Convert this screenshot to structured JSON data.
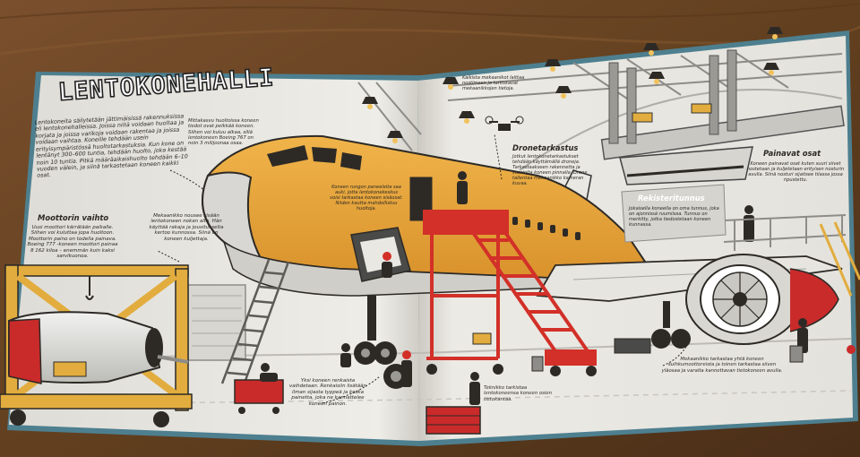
{
  "book": {
    "title": "LENTOKONEHALLI",
    "intro": "Lentokoneita säilytetään jättimäisissä rakennuksissa eli lentokonehalleissa. Joissa niitä voidaan huoltaa ja korjata ja joissa varikoja voidaan rakentaa ja joissa voidaan vaihtaa. Koneille tehdään usein erityisympäristössä huoltotarkastuksia. Kun kone on lentänyt 300–600 tuntia, tehdään huolto, joka kestää noin 10 tuntia. Pitkä määräaikaishuolto tehdään 6–10 vuoden välein, ja siinä tarkastetaan koneen kaikki osat.",
    "sections": [
      {
        "heading": "Moottorin vaihto",
        "body": "Uusi moottori kärrätään paikalle. Siihen voi kuluttaa jopa huoltoon. Moottorin paino on todella painava. Boeing 777 -koneen moottori painaa 8 162 kiloa – enemmän kuin kaksi sarvikuonoa."
      },
      {
        "heading": "",
        "body": "Mekaanikko nousee sisään lentokoneen nokan alta. Hän käyttää rakaja ja jousitukselta kertoo kunnossa. Siinä on koneen kuljettaja."
      },
      {
        "heading": "",
        "body": "Mittakasvu huoltoissa koneen tiedot ovat pelkkää koneen. Siihen voi kuluu alkaa, sillä lentokoneen Boeing 767 on noin 3 milijoonaa osaa."
      },
      {
        "heading": "",
        "body": "Koneen rungon paneeleita saa auki, jotta lentokonekeskus voisi tarkastaa koneen sisäosat. Niiden kautta mahdollistuu huoltoja."
      },
      {
        "heading": "",
        "body": "Yksi koneen renkaista vaihdetaan. Renkaisiin lisätään ilman sijasta typpeä ja koska painetta, joka ne kannattelee koneen painon."
      },
      {
        "heading": "",
        "body": "Kaikista mekaanikot laittaa nostimeen ja tarkistavat mekaanikkojen tietoja."
      },
      {
        "heading": "Dronetarkastus",
        "body": "Jotkut lentokonetarkastukset tehdään käyttämällä droneja. Tarkastaakseen rakennetta ja vaurioita koneen pinnalla. Drone tallentaa mekaanikko kameran kuvaa."
      },
      {
        "heading": "Rekisteritunnus",
        "body": "Jokaisella koneella on oma tunnus, joka on ajonnissä ruumiissa. Tunnus on merkitty, jotka tiedostetaan koneen kunnassa."
      },
      {
        "heading": "",
        "body": "Teknikko tarkistaa lentokoneensa koneen osien tietokantaa."
      },
      {
        "heading": "Painavat osat",
        "body": "Koneen painavat osat kuten suuri siivet nostetaan ja kuljetetaan erityisen nosturin avulla. Siinä nosturi sijaitsee tilassa jossa ripustettu."
      },
      {
        "heading": "",
        "body": "Mekaanikko tarkastaa yhtä koneen suihkumoottoreista ja toinen tarkastaa siiven yläosaa ja varalta kannettavan tietokoneen avulla."
      }
    ],
    "colors": {
      "page": "#ecebe6",
      "fuselage": "#e8a43a",
      "nose": "#d8d7d3",
      "stand": "#d23028",
      "engine_red": "#c92b2a",
      "wood": "#6b4426",
      "frame": "#e2ad3e"
    },
    "icons": [
      "drone-icon",
      "lamp-icon",
      "crane-icon",
      "stair-icon",
      "engine-icon",
      "toolbox-icon"
    ]
  }
}
